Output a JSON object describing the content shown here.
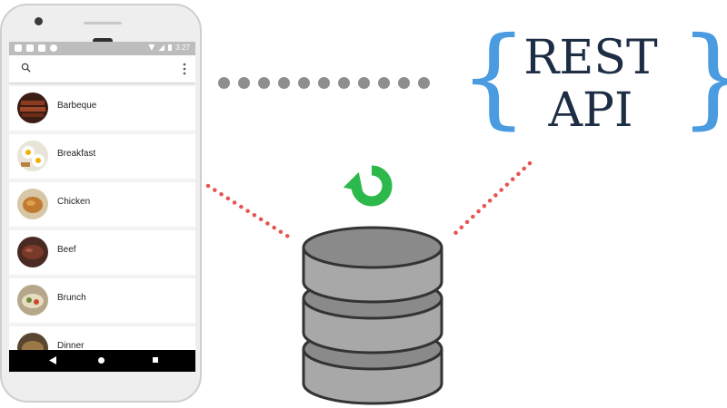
{
  "phone": {
    "status_time": "3:27",
    "search_icon": "search-icon",
    "menu_icon": "more-vert-icon",
    "categories": [
      {
        "label": "Barbeque",
        "icon": "barbeque-photo"
      },
      {
        "label": "Breakfast",
        "icon": "breakfast-photo"
      },
      {
        "label": "Chicken",
        "icon": "chicken-photo"
      },
      {
        "label": "Beef",
        "icon": "beef-photo"
      },
      {
        "label": "Brunch",
        "icon": "brunch-photo"
      },
      {
        "label": "Dinner",
        "icon": "dinner-photo"
      }
    ],
    "nav_icons": [
      "back-icon",
      "home-icon",
      "recents-icon"
    ]
  },
  "diagram": {
    "api_label_line1": "REST",
    "api_label_line2": "API",
    "colors": {
      "brace": "#4a9be0",
      "api_text": "#1d2d44",
      "connector_gray": "#8e8e8e",
      "connector_red": "#e85454",
      "sync_icon": "#2db84b",
      "database": "#a8a8a8"
    },
    "icons": [
      "sync-icon",
      "database-icon"
    ]
  }
}
